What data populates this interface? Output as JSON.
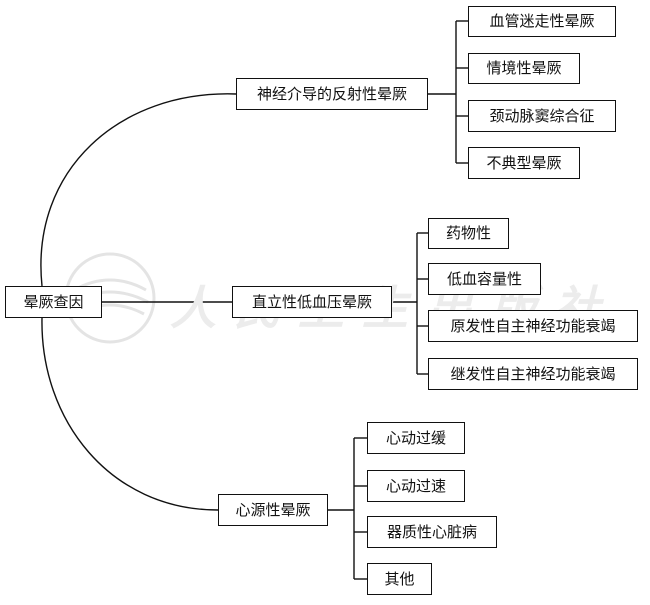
{
  "root": {
    "label": "晕厥查因"
  },
  "branches": [
    {
      "label": "神经介导的反射性晕厥",
      "children": [
        "血管迷走性晕厥",
        "情境性晕厥",
        "颈动脉窦综合征",
        "不典型晕厥"
      ]
    },
    {
      "label": "直立性低血压晕厥",
      "children": [
        "药物性",
        "低血容量性",
        "原发性自主神经功能衰竭",
        "继发性自主神经功能衰竭"
      ]
    },
    {
      "label": "心源性晕厥",
      "children": [
        "心动过缓",
        "心动过速",
        "器质性心脏病",
        "其他"
      ]
    }
  ],
  "watermark": {
    "text": "人民卫生出版社"
  },
  "colors": {
    "line": "#111111",
    "box_border": "#111111",
    "watermark": "#e6e6e6"
  }
}
